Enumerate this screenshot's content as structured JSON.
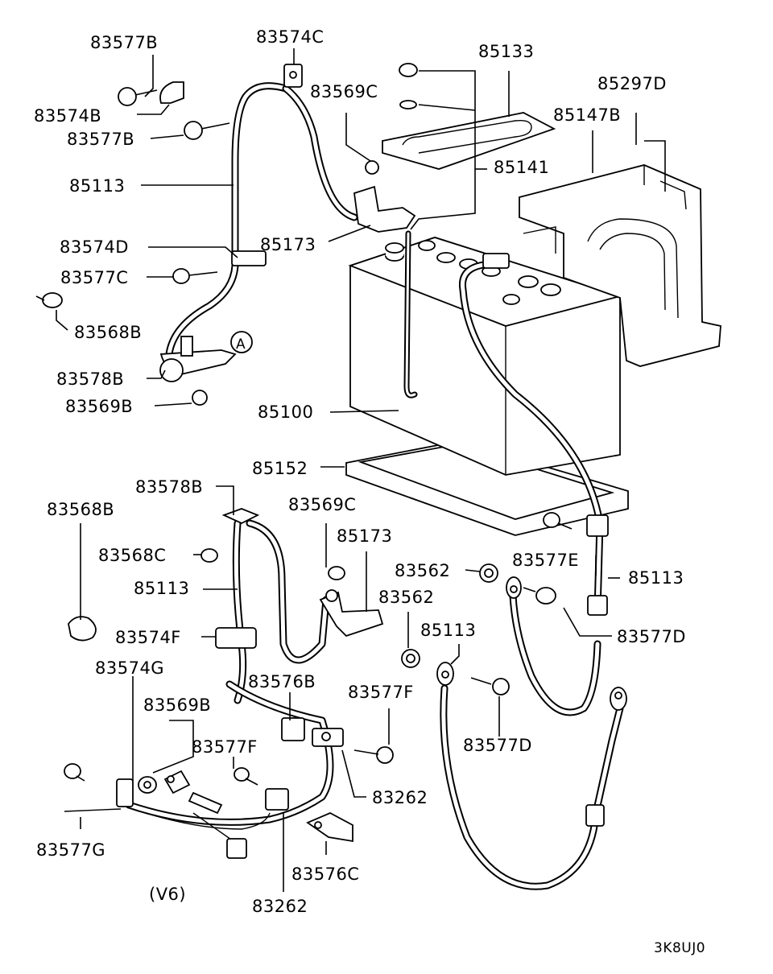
{
  "labels": {
    "l83577B_a": "83577B",
    "l83574C": "83574C",
    "l85133": "85133",
    "l83569C_a": "83569C",
    "l85297D": "85297D",
    "l83574B": "83574B",
    "l83577B_b": "83577B",
    "l85147B": "85147B",
    "l85141": "85141",
    "l85113_a": "85113",
    "l83574D": "83574D",
    "l85173_a": "85173",
    "l83577C": "83577C",
    "l83568B_a": "83568B",
    "callout_A": "A",
    "l83578B_a": "83578B",
    "l83569B_a": "83569B",
    "l85100": "85100",
    "l85152": "85152",
    "l83578B_b": "83578B",
    "l83569C_b": "83569C",
    "l83568B_b": "83568B",
    "l85173_b": "85173",
    "l83568C": "83568C",
    "l83562_a": "83562",
    "l83577E": "83577E",
    "l85113_b": "85113",
    "l85113_c": "85113",
    "l83562_b": "83562",
    "l83574F": "83574F",
    "l83577D_a": "83577D",
    "l85113_d": "85113",
    "l83574G": "83574G",
    "l83576B": "83576B",
    "l83577F_a": "83577F",
    "l83569B_b": "83569B",
    "l83577F_b": "83577F",
    "l83577D_b": "83577D",
    "l83262_a": "83262",
    "l83577G": "83577G",
    "l83576C": "83576C",
    "v6": "(V6)",
    "l83262_b": "83262",
    "ref_code": "3K8UJ0"
  }
}
